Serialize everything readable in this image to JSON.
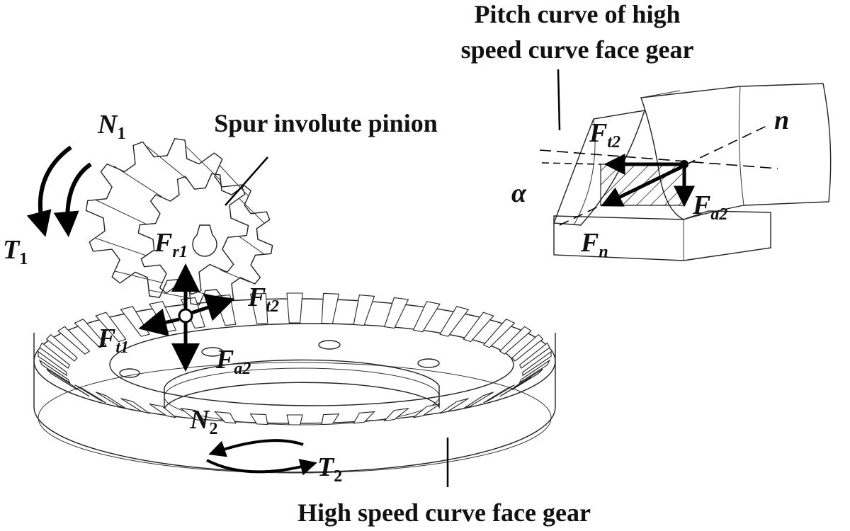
{
  "labels": {
    "pitch_curve_line1": "Pitch curve of high",
    "pitch_curve_line2": "speed curve face gear",
    "pinion": "Spur involute pinion",
    "face_gear": "High speed curve face gear"
  },
  "symbols": {
    "N1": {
      "main": "N",
      "sub": "1"
    },
    "T1": {
      "main": "T",
      "sub": "1"
    },
    "N2": {
      "main": "N",
      "sub": "2"
    },
    "T2": {
      "main": "T",
      "sub": "2"
    },
    "Fr1": {
      "main": "F",
      "sub": "r1"
    },
    "Ft2": {
      "main": "F",
      "sub": "t2"
    },
    "Ft1": {
      "main": "F",
      "sub": "t1"
    },
    "Fa2": {
      "main": "F",
      "sub": "a2"
    },
    "inset_Ft2": {
      "main": "F",
      "sub": "t2"
    },
    "inset_Fa2": {
      "main": "F",
      "sub": "a2"
    },
    "inset_Fn": {
      "main": "F",
      "sub": "n"
    },
    "inset_n": "n",
    "inset_alpha": "α"
  },
  "colors": {
    "ink": "#000000",
    "gear_fill": "#ffffff",
    "gear_stroke": "#222222"
  }
}
